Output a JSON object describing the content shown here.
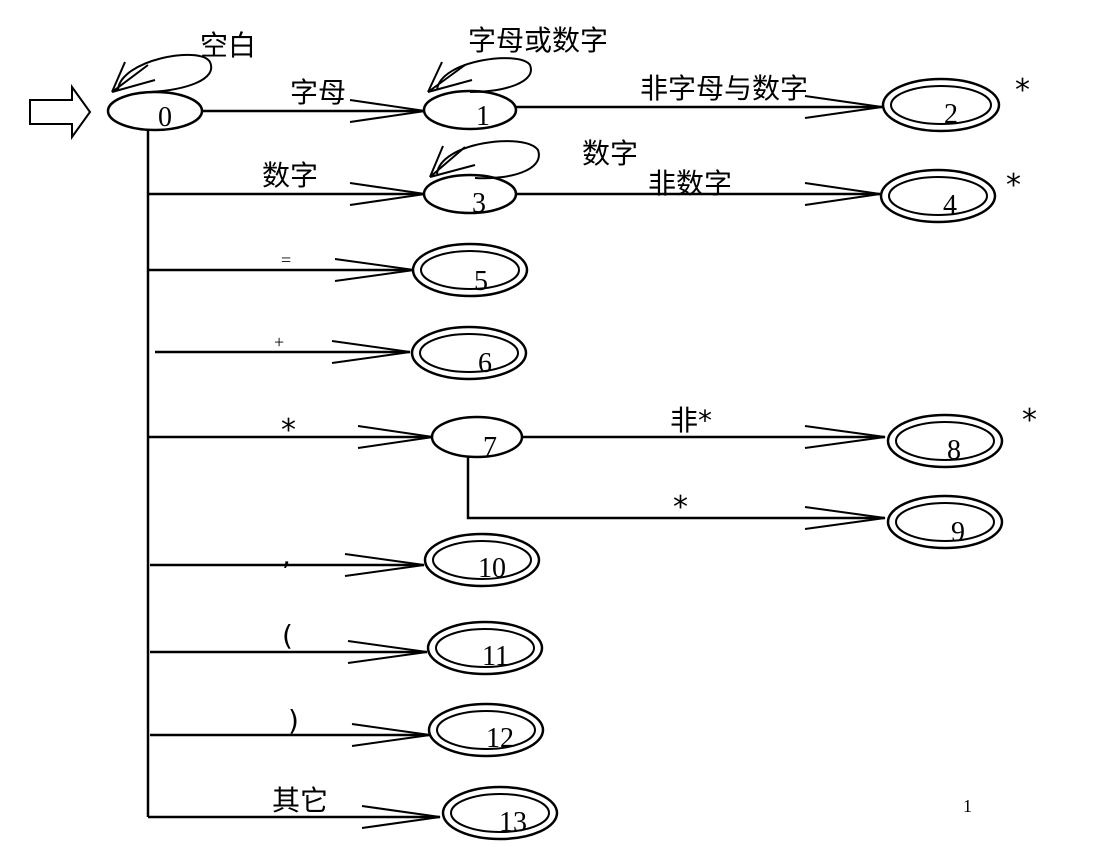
{
  "states": [
    {
      "id": "0",
      "accepting": false
    },
    {
      "id": "1",
      "accepting": false
    },
    {
      "id": "2",
      "accepting": true,
      "retract": "*"
    },
    {
      "id": "3",
      "accepting": false
    },
    {
      "id": "4",
      "accepting": true,
      "retract": "*"
    },
    {
      "id": "5",
      "accepting": true
    },
    {
      "id": "6",
      "accepting": true
    },
    {
      "id": "7",
      "accepting": false
    },
    {
      "id": "8",
      "accepting": true,
      "retract": "*"
    },
    {
      "id": "9",
      "accepting": true
    },
    {
      "id": "10",
      "accepting": true
    },
    {
      "id": "11",
      "accepting": true
    },
    {
      "id": "12",
      "accepting": true
    },
    {
      "id": "13",
      "accepting": true
    }
  ],
  "transitions": {
    "t00": "空白",
    "t01": "字母",
    "t11": "字母或数字",
    "t12": "非字母与数字",
    "t03": "数字",
    "t33": "数字",
    "t34": "非数字",
    "t05": "=",
    "t06": "+",
    "t07": "*",
    "t78": "非*",
    "t79": "*",
    "t010": ",",
    "t011": "(",
    "t012": ")",
    "t013": "其它"
  },
  "page_number": "1"
}
